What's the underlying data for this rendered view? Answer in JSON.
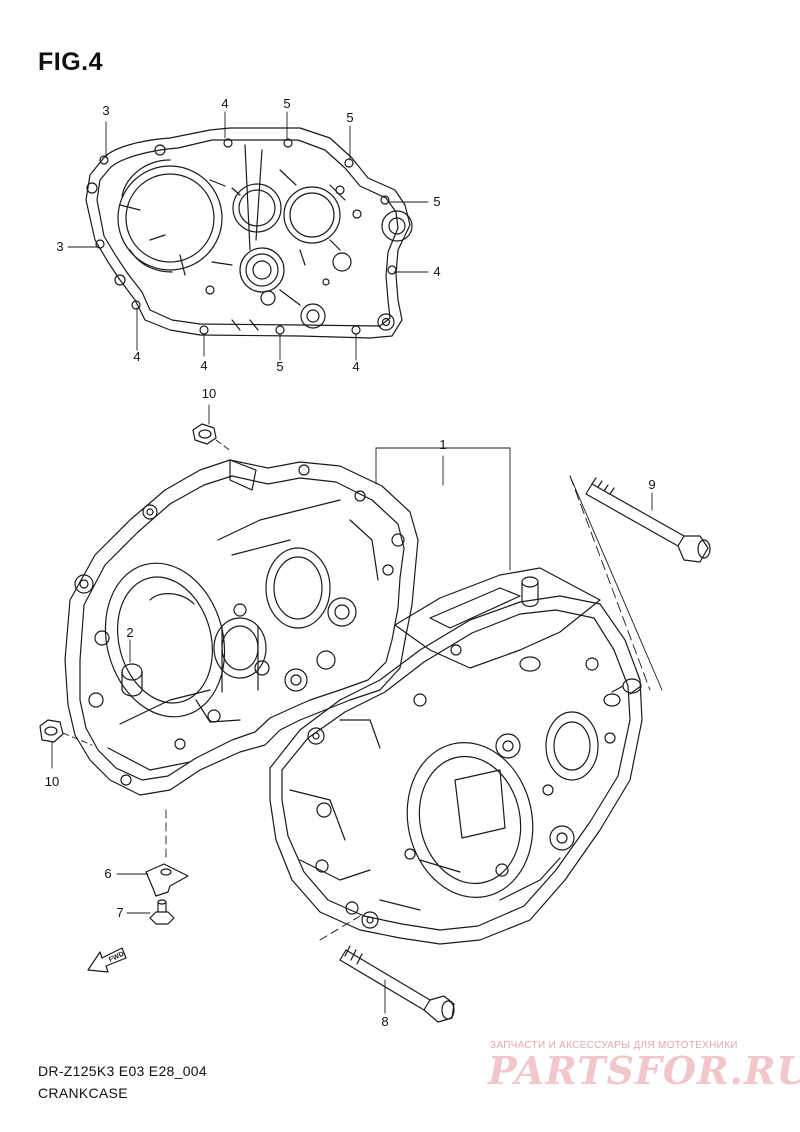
{
  "figure": {
    "title": "FIG.4"
  },
  "top_view_callouts": [
    {
      "id": "c-top-3a",
      "label": "3"
    },
    {
      "id": "c-top-4a",
      "label": "4"
    },
    {
      "id": "c-top-5a",
      "label": "5"
    },
    {
      "id": "c-top-5b",
      "label": "5"
    },
    {
      "id": "c-top-5c",
      "label": "5"
    },
    {
      "id": "c-top-4b",
      "label": "4"
    },
    {
      "id": "c-top-3b",
      "label": "3"
    },
    {
      "id": "c-top-4c",
      "label": "4"
    },
    {
      "id": "c-top-4d",
      "label": "4"
    },
    {
      "id": "c-top-5d",
      "label": "5"
    },
    {
      "id": "c-top-4e",
      "label": "4"
    }
  ],
  "part_callouts": [
    {
      "id": "c-part-10a",
      "label": "10"
    },
    {
      "id": "c-part-1",
      "label": "1"
    },
    {
      "id": "c-part-9",
      "label": "9"
    },
    {
      "id": "c-part-2",
      "label": "2"
    },
    {
      "id": "c-part-10b",
      "label": "10"
    },
    {
      "id": "c-part-6",
      "label": "6"
    },
    {
      "id": "c-part-7",
      "label": "7"
    },
    {
      "id": "c-part-8",
      "label": "8"
    }
  ],
  "fwd_marker": {
    "label": "FWD",
    "icon": "fwd-arrow-icon"
  },
  "footer": {
    "model_code": "DR-Z125K3 E03 E28_004",
    "section_name": "CRANKCASE"
  },
  "watermark": {
    "caption": "ЗАПЧАСТИ И АКСЕССУАРЫ ДЛЯ МОТОТЕХНИКИ",
    "brand": "PARTSFOR.RU",
    "brand_color": "#e8a3aa"
  },
  "colors": {
    "line": "#1a1a1a",
    "background": "#ffffff"
  }
}
